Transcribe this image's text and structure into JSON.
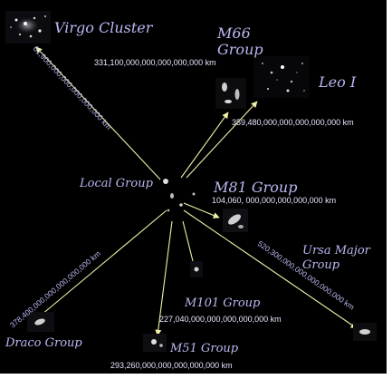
{
  "diagram": {
    "colors": {
      "background": "#000000",
      "arrow": "#f0f0a8",
      "label": "#b8b8f2",
      "distance": "#e6e6ff"
    },
    "center": {
      "name": "Local Group"
    },
    "targets": [
      {
        "id": "virgo",
        "name": "Virgo Cluster",
        "distance": "61,900,000,000,000,000,000 km"
      },
      {
        "id": "m66",
        "name_line1": "M66",
        "name_line2": "Group",
        "distance": "331,100,000,000,000,000,000 km"
      },
      {
        "id": "leo",
        "name": "Leo I",
        "distance": "359,480,000,000,000,000,000 km"
      },
      {
        "id": "m81",
        "name": "M81 Group",
        "distance": "104,060, 000,000,000,000,000 km"
      },
      {
        "id": "ursa",
        "name_line1": "Ursa Major",
        "name_line2": "Group",
        "distance": "520,300,000,000,000,000,000 km"
      },
      {
        "id": "m101",
        "name": "M101 Group",
        "distance": "227,040,000,000,000,000,000 km"
      },
      {
        "id": "m51",
        "name": "M51 Group",
        "distance": "293,260,000,000,000,000,000 km"
      },
      {
        "id": "draco",
        "name": "Draco Group",
        "distance": "378,400,000,000,000,000,000 km"
      }
    ]
  }
}
